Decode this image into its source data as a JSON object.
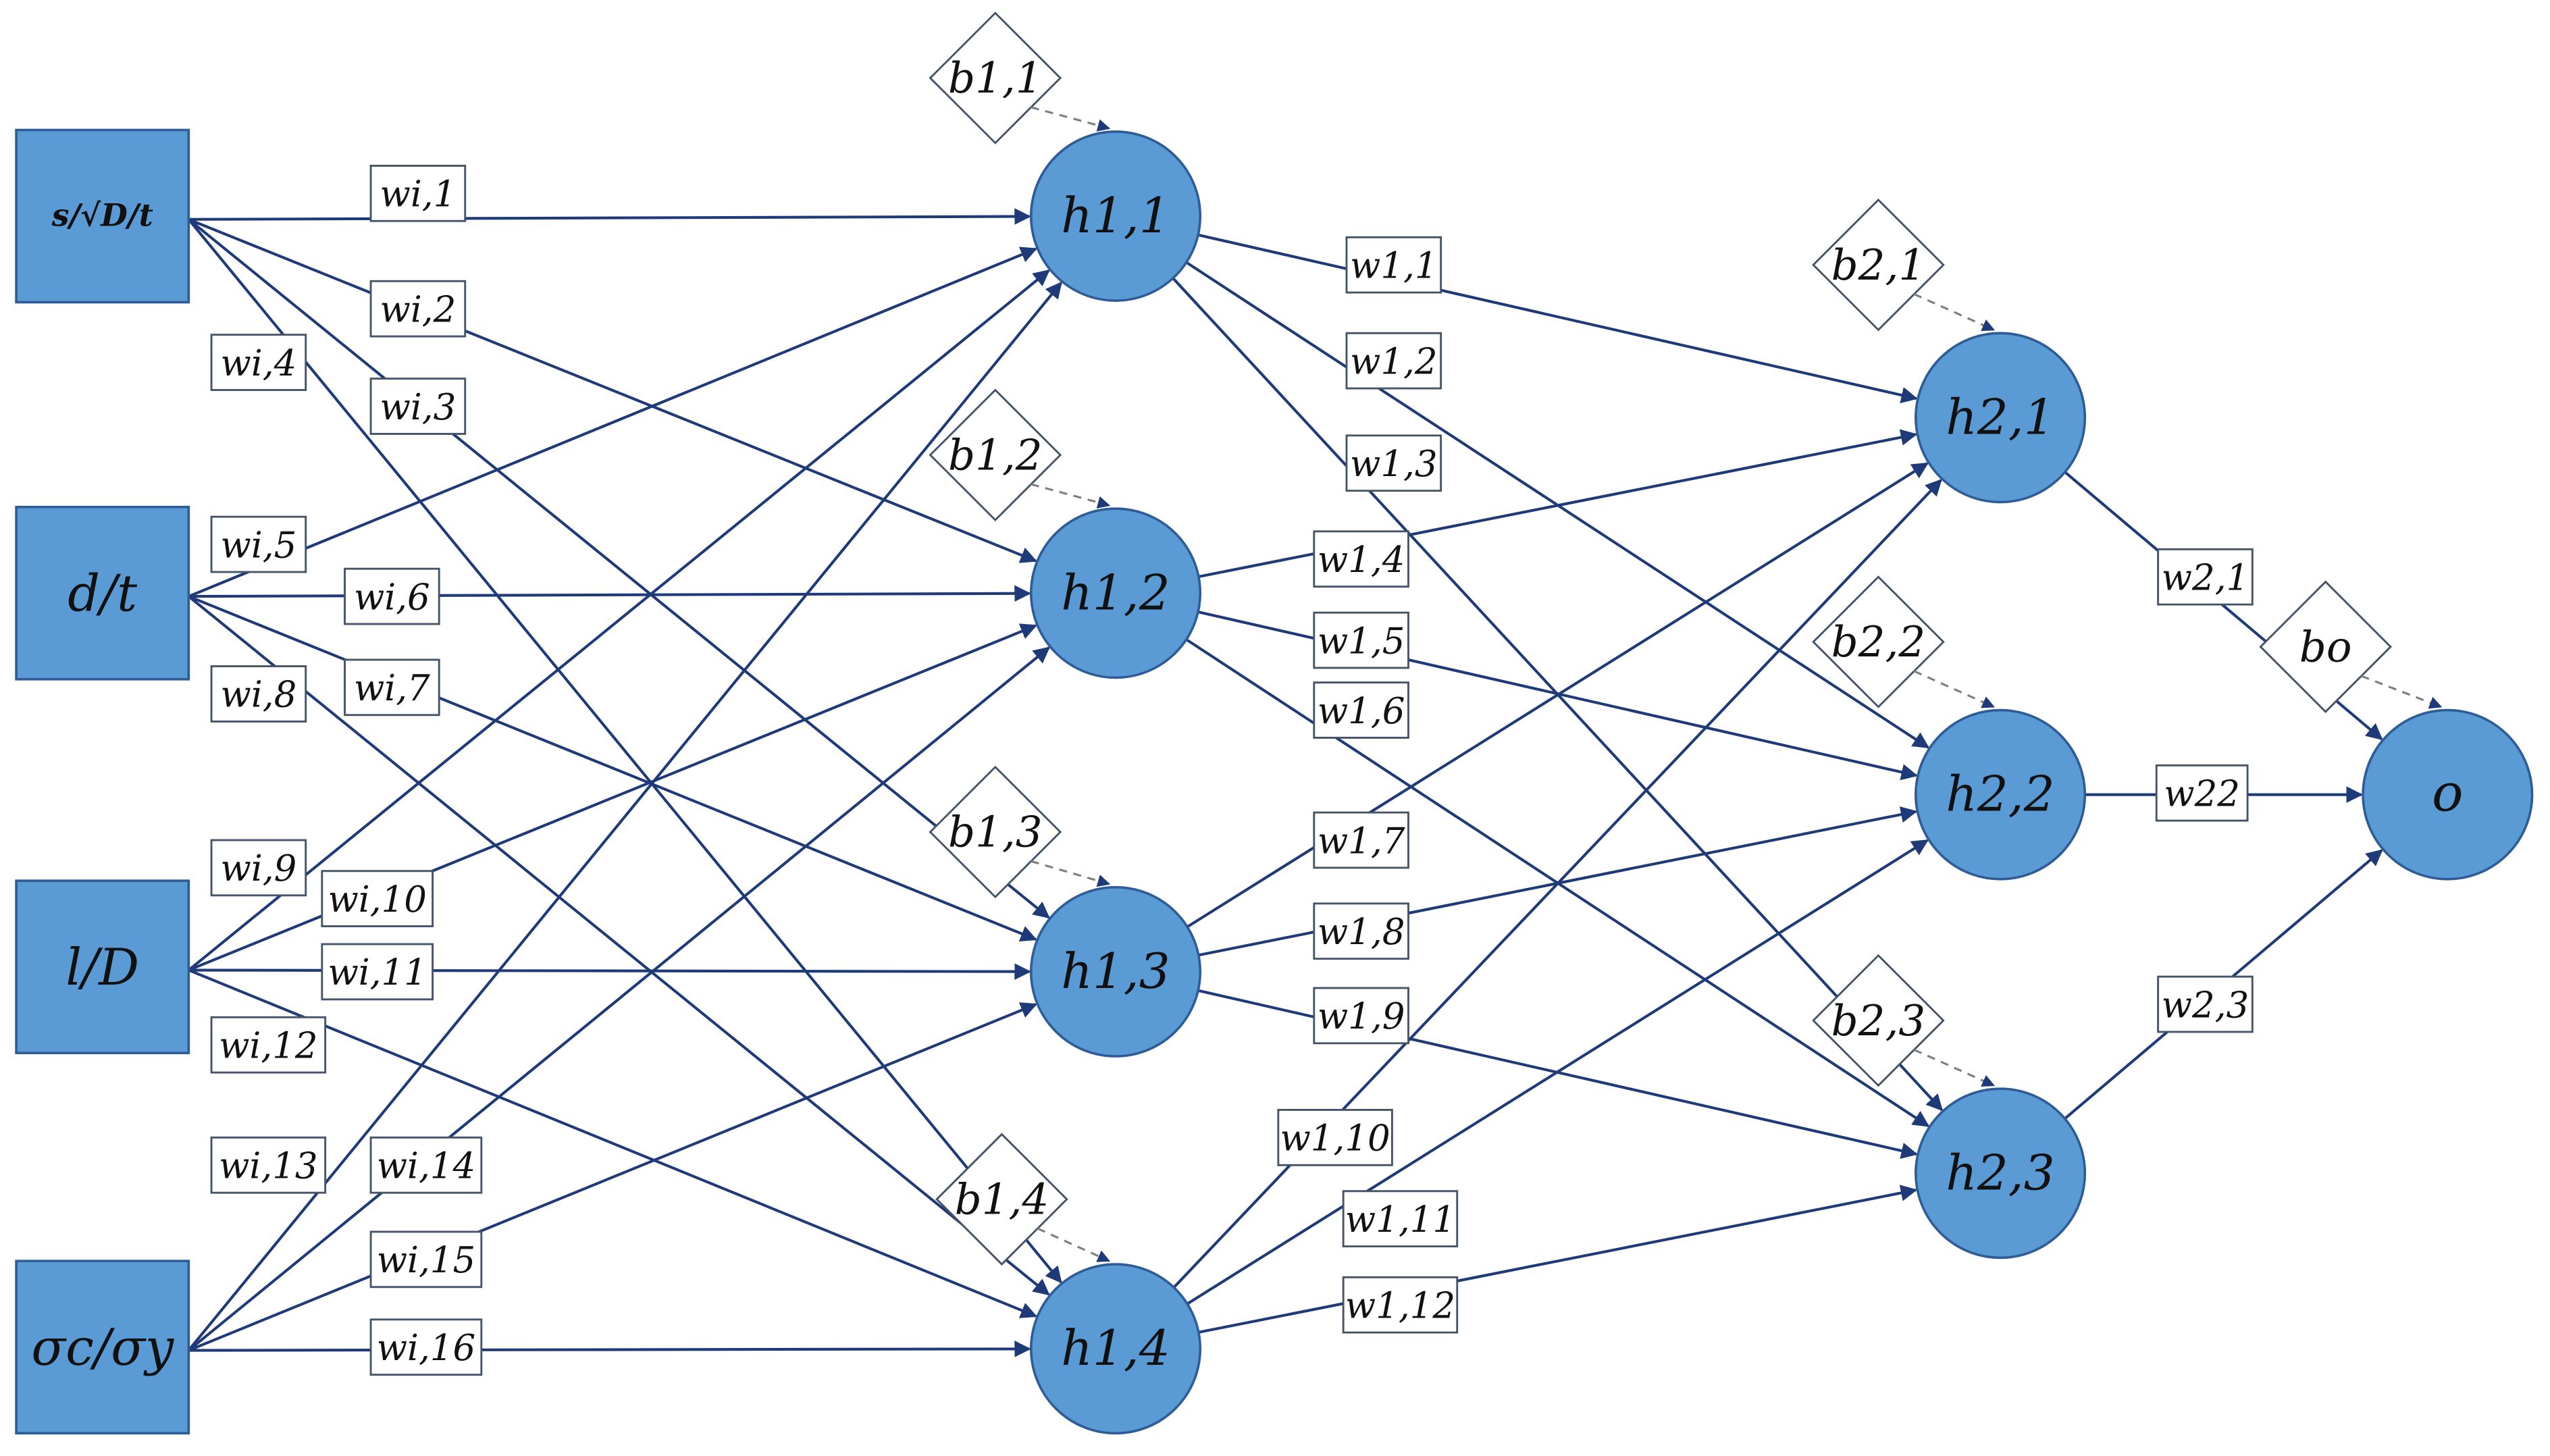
{
  "colors": {
    "line": "#1F3A78",
    "node_fill": "#5B9BD5",
    "node_stroke": "#2E5C96",
    "label_border": "#44546A",
    "bias_dash": "#7F7F7F"
  },
  "inputs": [
    {
      "id": "in1",
      "label": "s/√D/t"
    },
    {
      "id": "in2",
      "label": "d/t"
    },
    {
      "id": "in3",
      "label": "l/D"
    },
    {
      "id": "in4",
      "label": "σc/σy"
    }
  ],
  "hidden1": [
    {
      "id": "h11",
      "label": "h1,1",
      "bias": "b1,1"
    },
    {
      "id": "h12",
      "label": "h1,2",
      "bias": "b1,2"
    },
    {
      "id": "h13",
      "label": "h1,3",
      "bias": "b1,3"
    },
    {
      "id": "h14",
      "label": "h1,4",
      "bias": "b1,4"
    }
  ],
  "hidden2": [
    {
      "id": "h21",
      "label": "h2,1",
      "bias": "b2,1"
    },
    {
      "id": "h22",
      "label": "h2,2",
      "bias": "b2,2"
    },
    {
      "id": "h23",
      "label": "h2,3",
      "bias": "b2,3"
    }
  ],
  "output": {
    "id": "o",
    "label": "o",
    "bias": "bo"
  },
  "input_weights": [
    "wi,1",
    "wi,2",
    "wi,3",
    "wi,4",
    "wi,5",
    "wi,6",
    "wi,7",
    "wi,8",
    "wi,9",
    "wi,10",
    "wi,11",
    "wi,12",
    "wi,13",
    "wi,14",
    "wi,15",
    "wi,16"
  ],
  "hidden1_weights": [
    "w1,1",
    "w1,2",
    "w1,3",
    "w1,4",
    "w1,5",
    "w1,6",
    "w1,7",
    "w1,8",
    "w1,9",
    "w1,10",
    "w1,11",
    "w1,12"
  ],
  "hidden2_weights": [
    "w2,1",
    "w22",
    "w2,3"
  ]
}
